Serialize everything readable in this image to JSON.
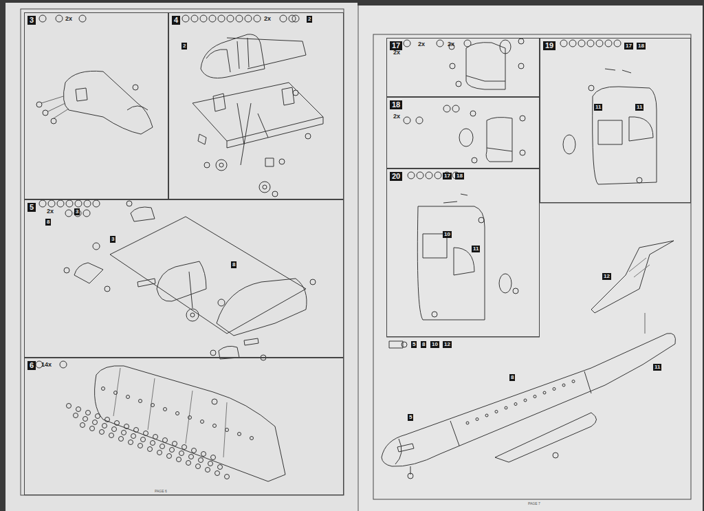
{
  "diagram": {
    "nodes": [
      {
        "text": [
          "3"
        ]
      },
      {
        "text": [
          "4"
        ]
      },
      {
        "text": [
          "5"
        ]
      },
      {
        "text": [
          "6"
        ]
      },
      {
        "text": [
          "17"
        ]
      },
      {
        "text": [
          "18"
        ]
      },
      {
        "text": [
          "20"
        ]
      },
      {
        "text": [
          "19"
        ]
      }
    ],
    "labels": [
      "2x",
      "2x",
      "2",
      "2x",
      "3",
      "8",
      "14x",
      "2x",
      "2x",
      "2x",
      "2x",
      "17",
      "18",
      "17",
      "18",
      "5",
      "8",
      "10",
      "12",
      "2",
      "3",
      "8",
      "11",
      "11",
      "10",
      "11",
      "12",
      "8",
      "5",
      "11",
      "PAGE 6",
      "PAGE 7"
    ]
  }
}
